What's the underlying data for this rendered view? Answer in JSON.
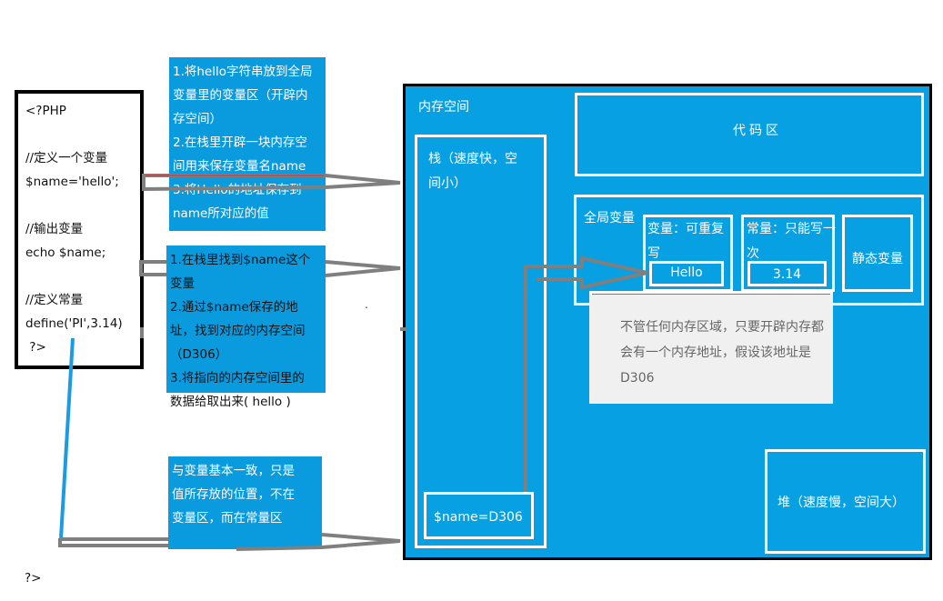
{
  "code": {
    "lines": [
      "<?PHP",
      "",
      "//定义一个变量",
      "$name='hello';",
      "",
      "//输出变量",
      "echo $name;",
      "",
      "//定义常量",
      "define('PI',3.14)",
      " ?>"
    ],
    "trailing": "?>"
  },
  "notes": {
    "note1": [
      "1.将hello字符串放到全局",
      "变量里的变量区（开辟内",
      "存空间）",
      "2.在栈里开辟一块内存空",
      "间用来保存变量名name",
      "3.将Hello的地址保存到",
      "name所对应的值"
    ],
    "note2": [
      "1.在栈里找到$name这个",
      "变量",
      "2.通过$name保存的地",
      "址，找到对应的内存空间",
      "（D306）",
      "3.将指向的内存空间里的",
      "数据给取出来( hello )"
    ],
    "note3": [
      "与变量基本一致，只是",
      "值所存放的位置，不在",
      "变量区，而在常量区"
    ]
  },
  "memory": {
    "title": "内存空间",
    "stack": {
      "label": "栈（速度快，空间小）",
      "entry": "$name=D306"
    },
    "code_area": "代码区",
    "global": {
      "label": "全局变量",
      "variable_area": {
        "label": "变量：可重复写",
        "value": "Hello"
      },
      "constant_area": {
        "label": "常量：只能写一次",
        "value": "3.14"
      },
      "static_area": "静态变量"
    },
    "info_note": "不管任何内存区域，只要开辟内存都会有一个内存地址，假设该地址是 D306",
    "heap": "堆（速度慢，空间大）"
  },
  "colors": {
    "blue": "#07a0e3",
    "note_blue": "#0a9bdf",
    "arrow_gray": "#7f7f7f",
    "black": "#000000",
    "white": "#ffffff"
  }
}
